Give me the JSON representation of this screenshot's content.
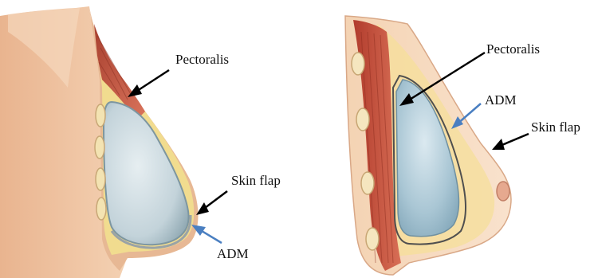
{
  "colors": {
    "skin": "#f0c9a8",
    "skin_shadow": "#d9a17e",
    "muscle": "#c0523f",
    "muscle_light": "#e08b72",
    "implant": "#c9d8de",
    "implant_edge": "#8fa6b0",
    "fat": "#f2dc8c",
    "adm_arrow": "#4a7fc1",
    "black_arrow": "#000000"
  },
  "left": {
    "label_pectoralis": "Pectoralis",
    "label_skin_flap": "Skin flap",
    "label_adm": "ADM"
  },
  "right": {
    "label_pectoralis": "Pectoralis",
    "label_adm": "ADM",
    "label_skin_flap": "Skin flap"
  }
}
